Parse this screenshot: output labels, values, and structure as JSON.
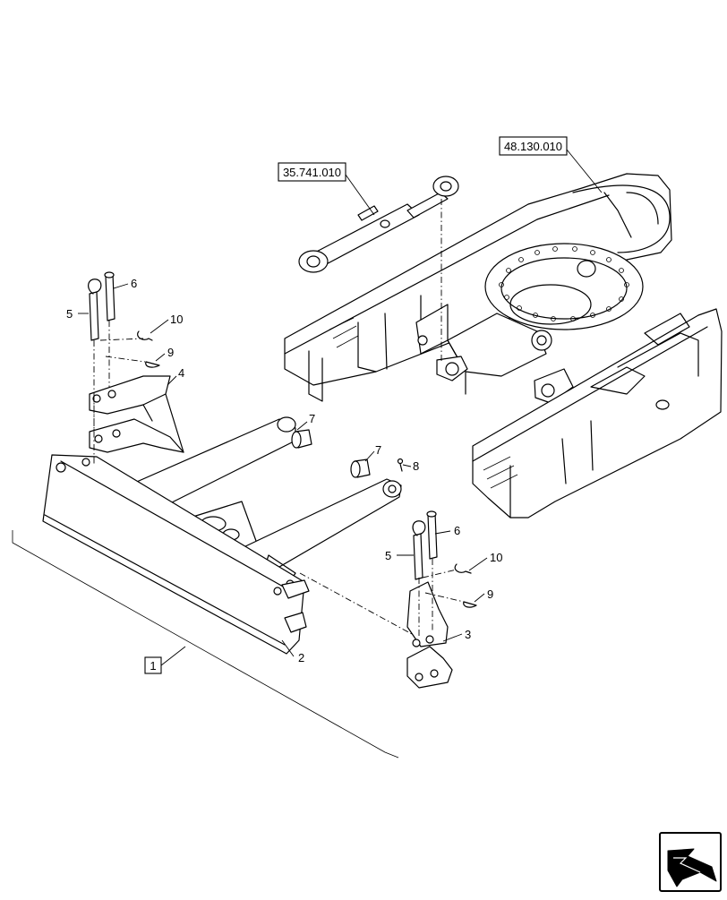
{
  "references": {
    "cylinder_ref": "35.741.010",
    "frame_ref": "48.130.010"
  },
  "assembly_callout": "1",
  "callouts": {
    "c2": "2",
    "c3": "3",
    "c4": "4",
    "c5_left": "5",
    "c5_right": "5",
    "c6_left": "6",
    "c6_right": "6",
    "c7_left": "7",
    "c7_right": "7",
    "c8": "8",
    "c9_left": "9",
    "c9_right": "9",
    "c10_left": "10",
    "c10_right": "10"
  },
  "icon": "previous-page-arrow-icon"
}
